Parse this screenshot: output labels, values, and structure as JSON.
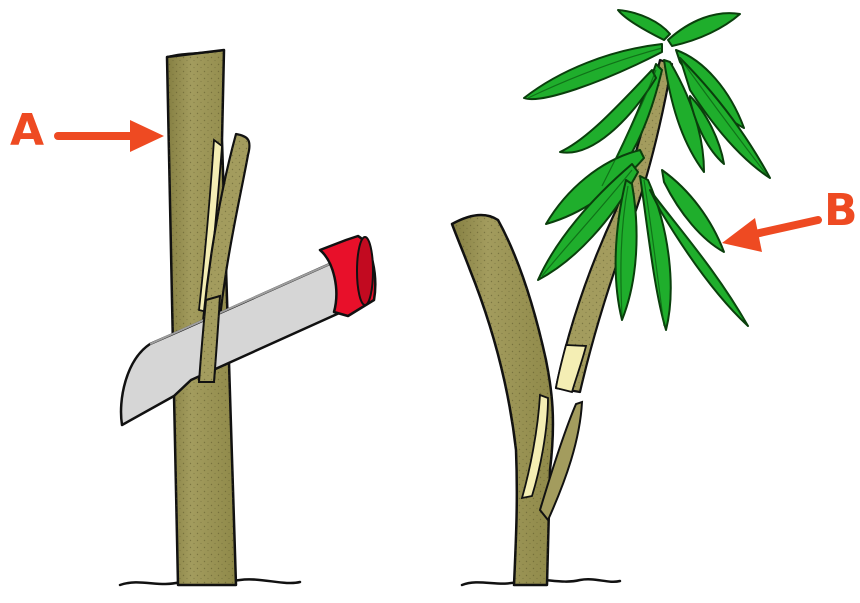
{
  "labels": {
    "a": "A",
    "b": "B"
  },
  "colors": {
    "background": "#ffffff",
    "stem": "#9a9456",
    "stem_dark": "#6f6a38",
    "cut_face": "#f4eeb4",
    "knife_blade": "#d4d4d4",
    "knife_handle": "#e8102a",
    "leaf": "#1fae2c",
    "leaf_dark": "#0a6e12",
    "arrow": "#ee4a22",
    "outline": "#111111"
  },
  "icons": {
    "left_plant": "cut-stem-with-knife-illustration",
    "right_plant": "grafted-stem-with-leafy-scion-illustration"
  }
}
